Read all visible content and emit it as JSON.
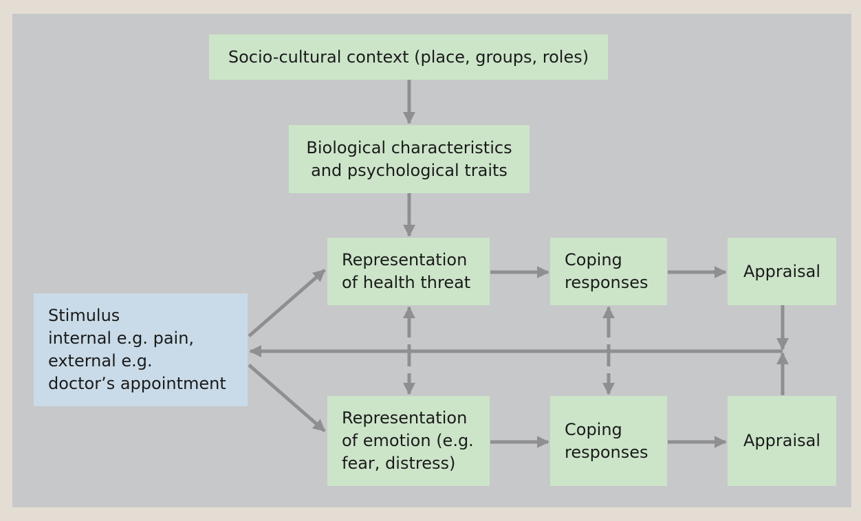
{
  "boxes": {
    "context": "Socio-cultural context (place, groups, roles)",
    "traits": "Biological characteristics\nand psychological traits",
    "rep_threat": "Representation\nof health threat",
    "coping_top": "Coping\nresponses",
    "appraisal_top": "Appraisal",
    "stimulus": "Stimulus\ninternal e.g. pain,\nexternal e.g.\ndoctor’s appointment",
    "rep_emotion": "Representation\nof emotion (e.g.\nfear, distress)",
    "coping_bottom": "Coping\nresponses",
    "appraisal_bottom": "Appraisal"
  },
  "colors": {
    "background": "#e3ddd3",
    "panel": "#c7c8ca",
    "green_box": "#cce5c9",
    "blue_box": "#c9dbe8",
    "arrow": "#8f8f91"
  }
}
